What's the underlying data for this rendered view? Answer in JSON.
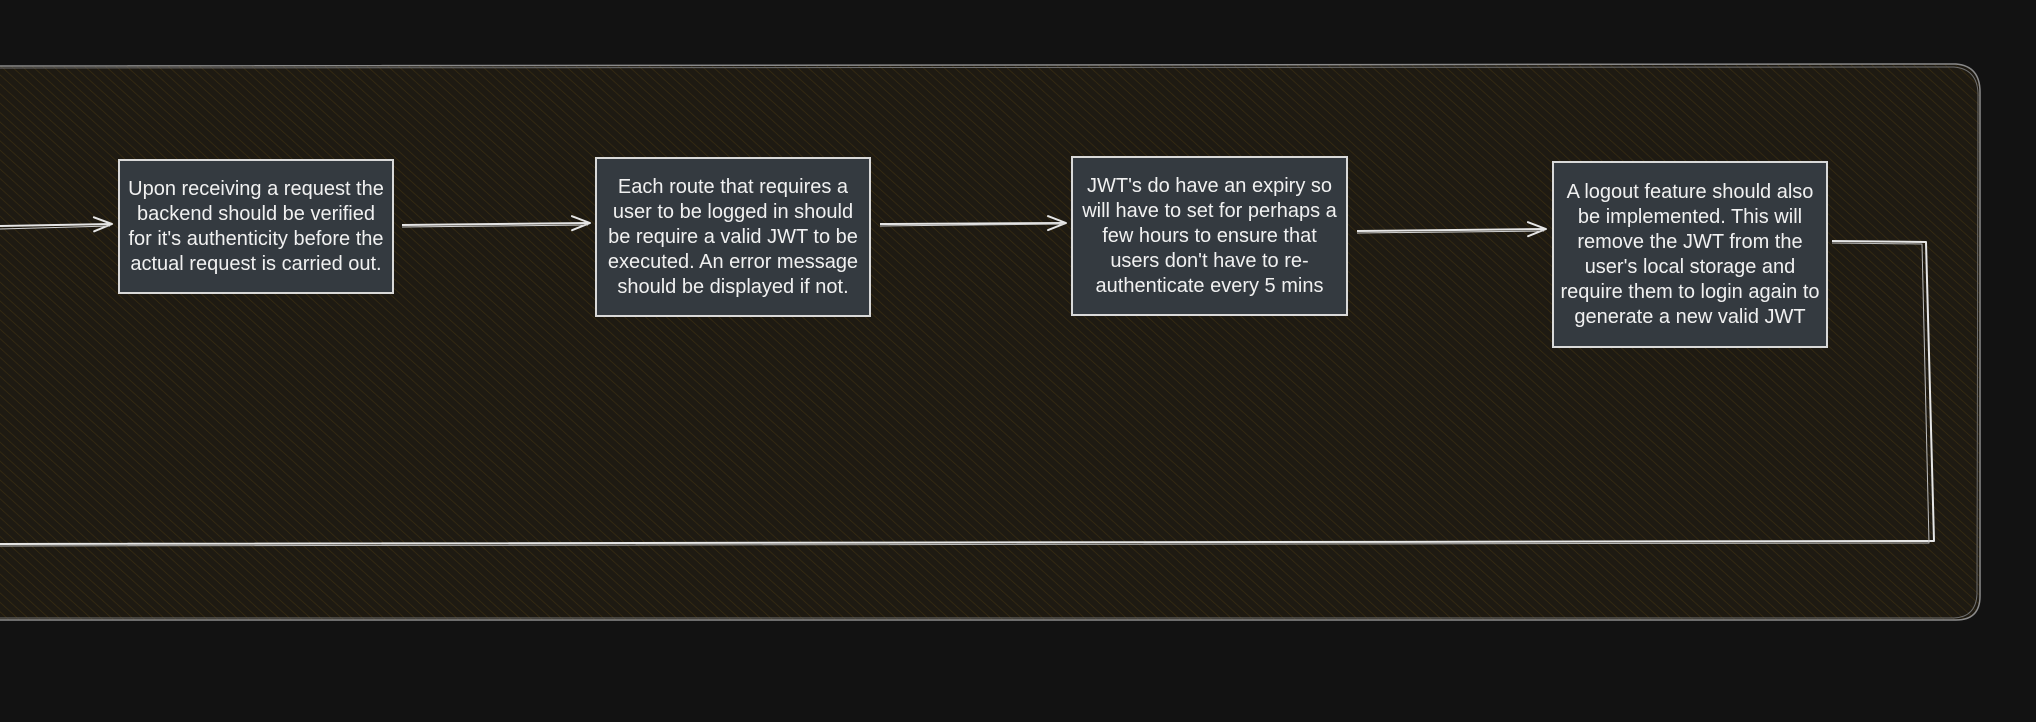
{
  "diagram": {
    "steps": [
      {
        "id": "step-1",
        "text": "Upon receiving a request the backend should be verified for it's authenticity before the actual request is carried out."
      },
      {
        "id": "step-2",
        "text": "Each route that requires a user to be logged in should be require a valid JWT to be executed. An error message should be displayed if not."
      },
      {
        "id": "step-3",
        "text": "JWT's do have an expiry so will have to set for perhaps a few hours to ensure that users don't have to re-authenticate every 5 mins"
      },
      {
        "id": "step-4",
        "text": "A logout feature should also be implemented. This will remove the JWT from the user's local storage and require them to login again to generate a new valid JWT"
      }
    ],
    "colors": {
      "page_background": "#121212",
      "container_fill": "#1e1a12",
      "container_hatch": "#3a2e12",
      "container_stroke": "#8a8a8a",
      "box_fill": "#343a40",
      "box_stroke": "#d9d9d9",
      "text": "#f1f1f1",
      "arrow": "#e6e6e6"
    }
  }
}
